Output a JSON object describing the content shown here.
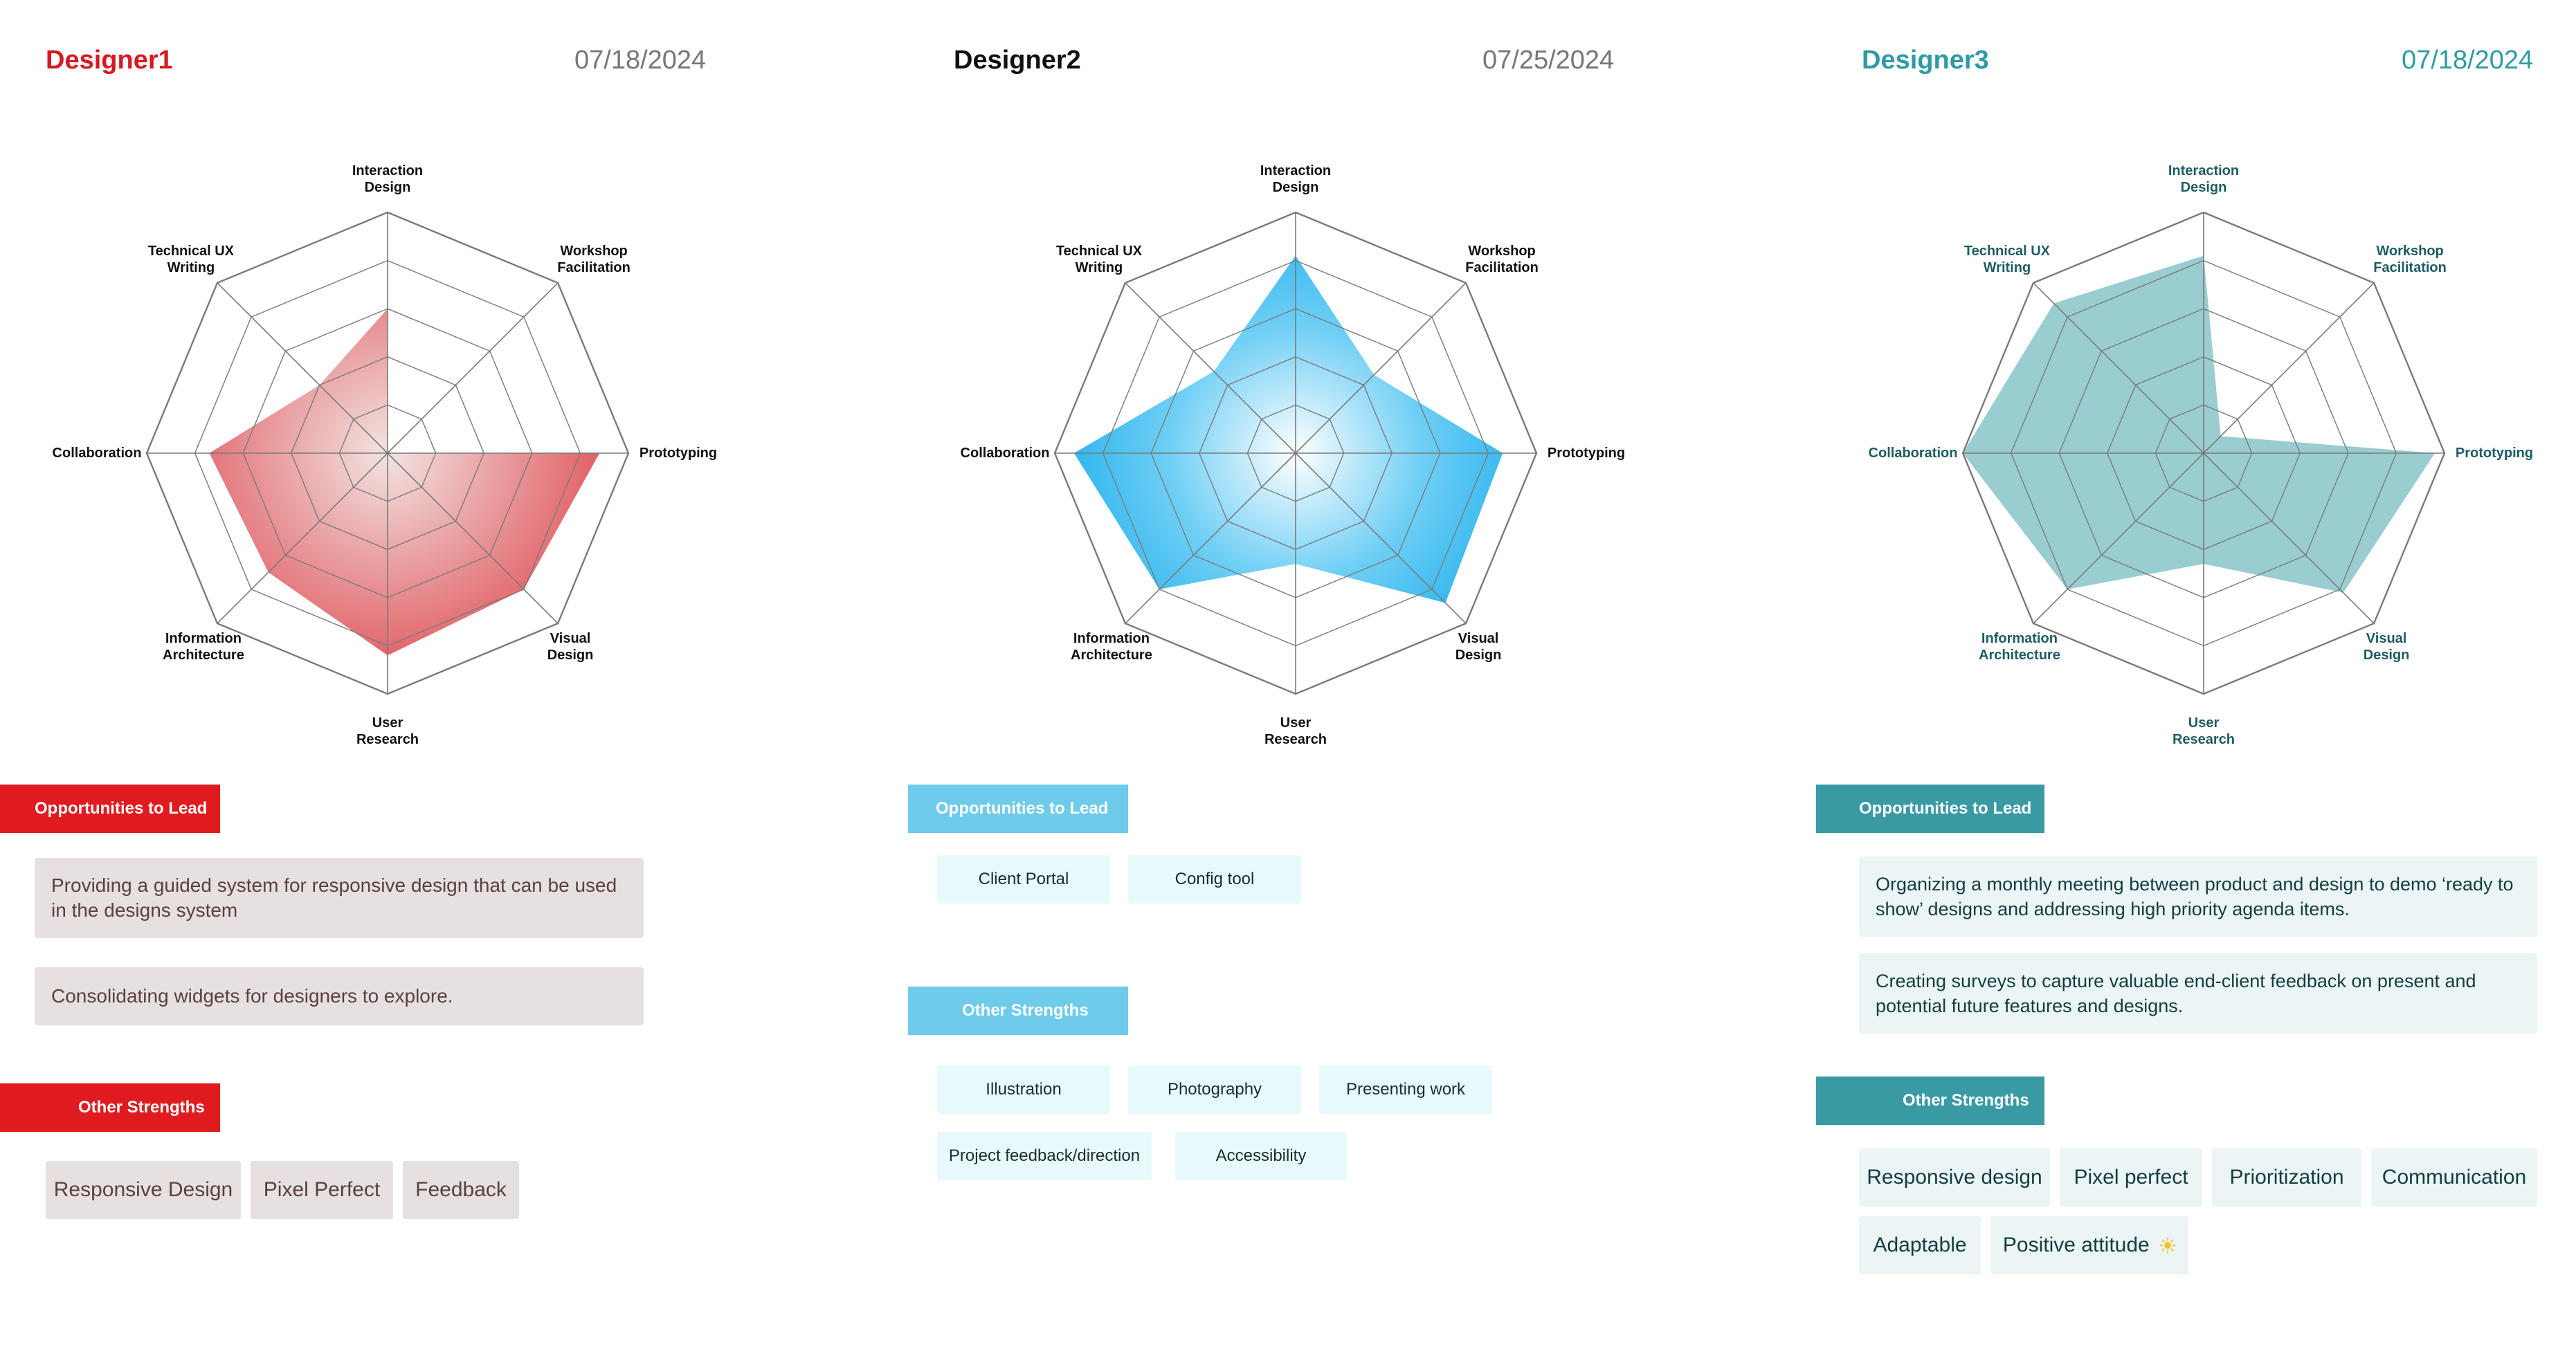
{
  "axes": [
    "Interaction\nDesign",
    "Workshop\nFacilitation",
    "Prototyping",
    "Visual\nDesign",
    "User\nResearch",
    "Information\nArchitecture",
    "Collaboration",
    "Technical UX\nWriting"
  ],
  "levels": 5,
  "designers": [
    {
      "name": "Designer1",
      "date": "07/18/2024",
      "colors": {
        "name": "#d71920",
        "date": "#777777",
        "label_bg": "#e01b1f",
        "box_bg": "#e6e1e0",
        "box_text": "#5a4040",
        "axis_text": "#111111",
        "fill": "#e0565c"
      },
      "opportunities_label": "Opportunities to Lead",
      "opportunities": [
        "Providing a guided system for responsive design that can be used in the designs system",
        "Consolidating widgets for designers to explore."
      ],
      "strengths_label": "Other Strengths",
      "strengths": [
        "Responsive Design",
        "Pixel Perfect",
        "Feedback"
      ]
    },
    {
      "name": "Designer2",
      "date": "07/25/2024",
      "colors": {
        "name": "#111111",
        "date": "#777777",
        "label_bg": "#6fcbea",
        "box_bg": "#e8f9fb",
        "box_text": "#1e2a2e",
        "axis_text": "#111111",
        "fill": "#2eb5ee"
      },
      "opportunities_label": "Opportunities to Lead",
      "opportunities": [
        "Client Portal",
        "Config tool"
      ],
      "strengths_label": "Other Strengths",
      "strengths": [
        "Illustration",
        "Photography",
        "Presenting work",
        "Project feedback/direction",
        "Accessibility"
      ]
    },
    {
      "name": "Designer3",
      "date": "07/18/2024",
      "colors": {
        "name": "#2e9ba4",
        "date": "#2e9ba4",
        "label_bg": "#3a9aa4",
        "box_bg": "#ebf5f5",
        "box_text": "#153c40",
        "axis_text": "#1e5c64",
        "fill": "#79bcc1"
      },
      "opportunities_label": "Opportunities to Lead",
      "opportunities": [
        "Organizing a monthly meeting between product and design to demo ‘ready to show’ designs and addressing high priority agenda items.",
        "Creating surveys to capture valuable end-client feedback on present and potential future features and designs."
      ],
      "strengths_label": "Other Strengths",
      "strengths": [
        "Responsive design",
        "Pixel perfect",
        "Prioritization",
        "Communication",
        "Adaptable",
        "Positive attitude"
      ],
      "strength_icon": "sun-icon"
    }
  ],
  "chart_data": [
    {
      "type": "radar",
      "categories": [
        "Interaction Design",
        "Workshop Facilitation",
        "Prototyping",
        "Visual Design",
        "User Research",
        "Information Architecture",
        "Collaboration",
        "Technical UX Writing"
      ],
      "series": [
        {
          "name": "Designer1",
          "values": [
            3,
            0,
            4.4,
            4,
            4.2,
            3.5,
            3.7,
            2
          ]
        }
      ],
      "range": [
        0,
        5
      ]
    },
    {
      "type": "radar",
      "categories": [
        "Interaction Design",
        "Workshop Facilitation",
        "Prototyping",
        "Visual Design",
        "User Research",
        "Information Architecture",
        "Collaboration",
        "Technical UX Writing"
      ],
      "series": [
        {
          "name": "Designer2",
          "values": [
            4.1,
            2.3,
            4.3,
            4.4,
            2.3,
            4,
            4.6,
            2.4
          ]
        }
      ],
      "range": [
        0,
        5
      ]
    },
    {
      "type": "radar",
      "categories": [
        "Interaction Design",
        "Workshop Facilitation",
        "Prototyping",
        "Visual Design",
        "User Research",
        "Information Architecture",
        "Collaboration",
        "Technical UX Writing"
      ],
      "series": [
        {
          "name": "Designer3",
          "values": [
            4.1,
            0.5,
            4.8,
            4.1,
            2.3,
            4,
            5,
            4.4
          ]
        }
      ],
      "range": [
        0,
        5
      ]
    }
  ]
}
